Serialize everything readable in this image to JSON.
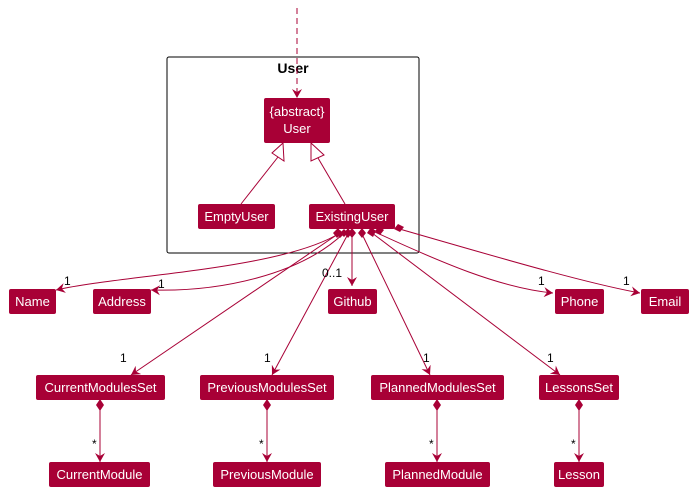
{
  "package": {
    "title": "User"
  },
  "classes": {
    "abstract_user_line1": "{abstract}",
    "abstract_user_line2": "User",
    "empty_user": "EmptyUser",
    "existing_user": "ExistingUser",
    "name": "Name",
    "address": "Address",
    "github": "Github",
    "phone": "Phone",
    "email": "Email",
    "current_modules_set": "CurrentModulesSet",
    "previous_modules_set": "PreviousModulesSet",
    "planned_modules_set": "PlannedModulesSet",
    "lessons_set": "LessonsSet",
    "current_module": "CurrentModule",
    "previous_module": "PreviousModule",
    "planned_module": "PlannedModule",
    "lesson": "Lesson"
  },
  "multiplicities": {
    "name": "1",
    "address": "1",
    "github": "0..1",
    "phone": "1",
    "email": "1",
    "current_modules_set": "1",
    "previous_modules_set": "1",
    "planned_modules_set": "1",
    "lessons_set": "1",
    "current_module": "*",
    "previous_module": "*",
    "planned_module": "*",
    "lesson": "*"
  },
  "colors": {
    "node_fill": "#a80036",
    "node_text": "#ffffff",
    "edge": "#a80036",
    "package_border": "#000000"
  }
}
